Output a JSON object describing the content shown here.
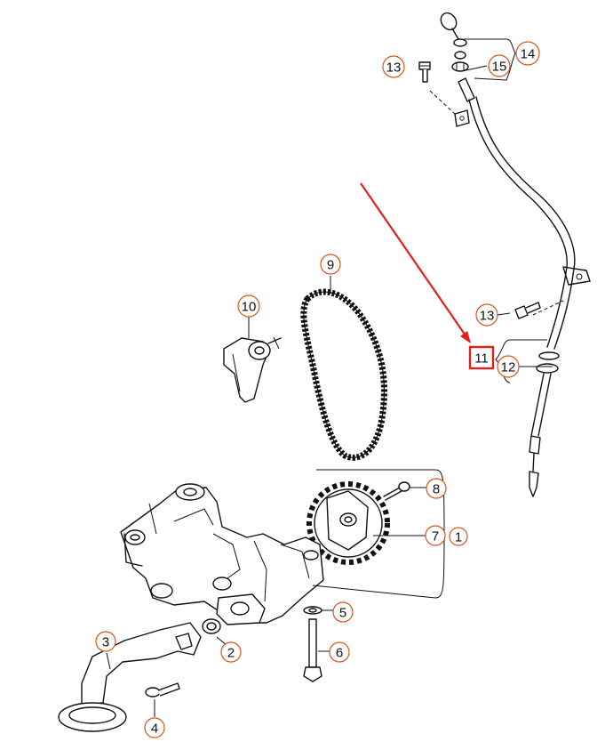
{
  "diagram": {
    "callouts": [
      {
        "id": "c1",
        "label": "1"
      },
      {
        "id": "c2",
        "label": "2"
      },
      {
        "id": "c3",
        "label": "3"
      },
      {
        "id": "c4",
        "label": "4"
      },
      {
        "id": "c5",
        "label": "5"
      },
      {
        "id": "c6",
        "label": "6"
      },
      {
        "id": "c7",
        "label": "7"
      },
      {
        "id": "c8",
        "label": "8"
      },
      {
        "id": "c9",
        "label": "9"
      },
      {
        "id": "c10",
        "label": "10"
      },
      {
        "id": "c11",
        "label": "11"
      },
      {
        "id": "c12",
        "label": "12"
      },
      {
        "id": "c13a",
        "label": "13"
      },
      {
        "id": "c13b",
        "label": "13"
      },
      {
        "id": "c14",
        "label": "14"
      },
      {
        "id": "c15",
        "label": "15"
      }
    ],
    "callout_color": "#d9541e",
    "highlight_color": "#e0201b",
    "highlighted_label": "11"
  }
}
